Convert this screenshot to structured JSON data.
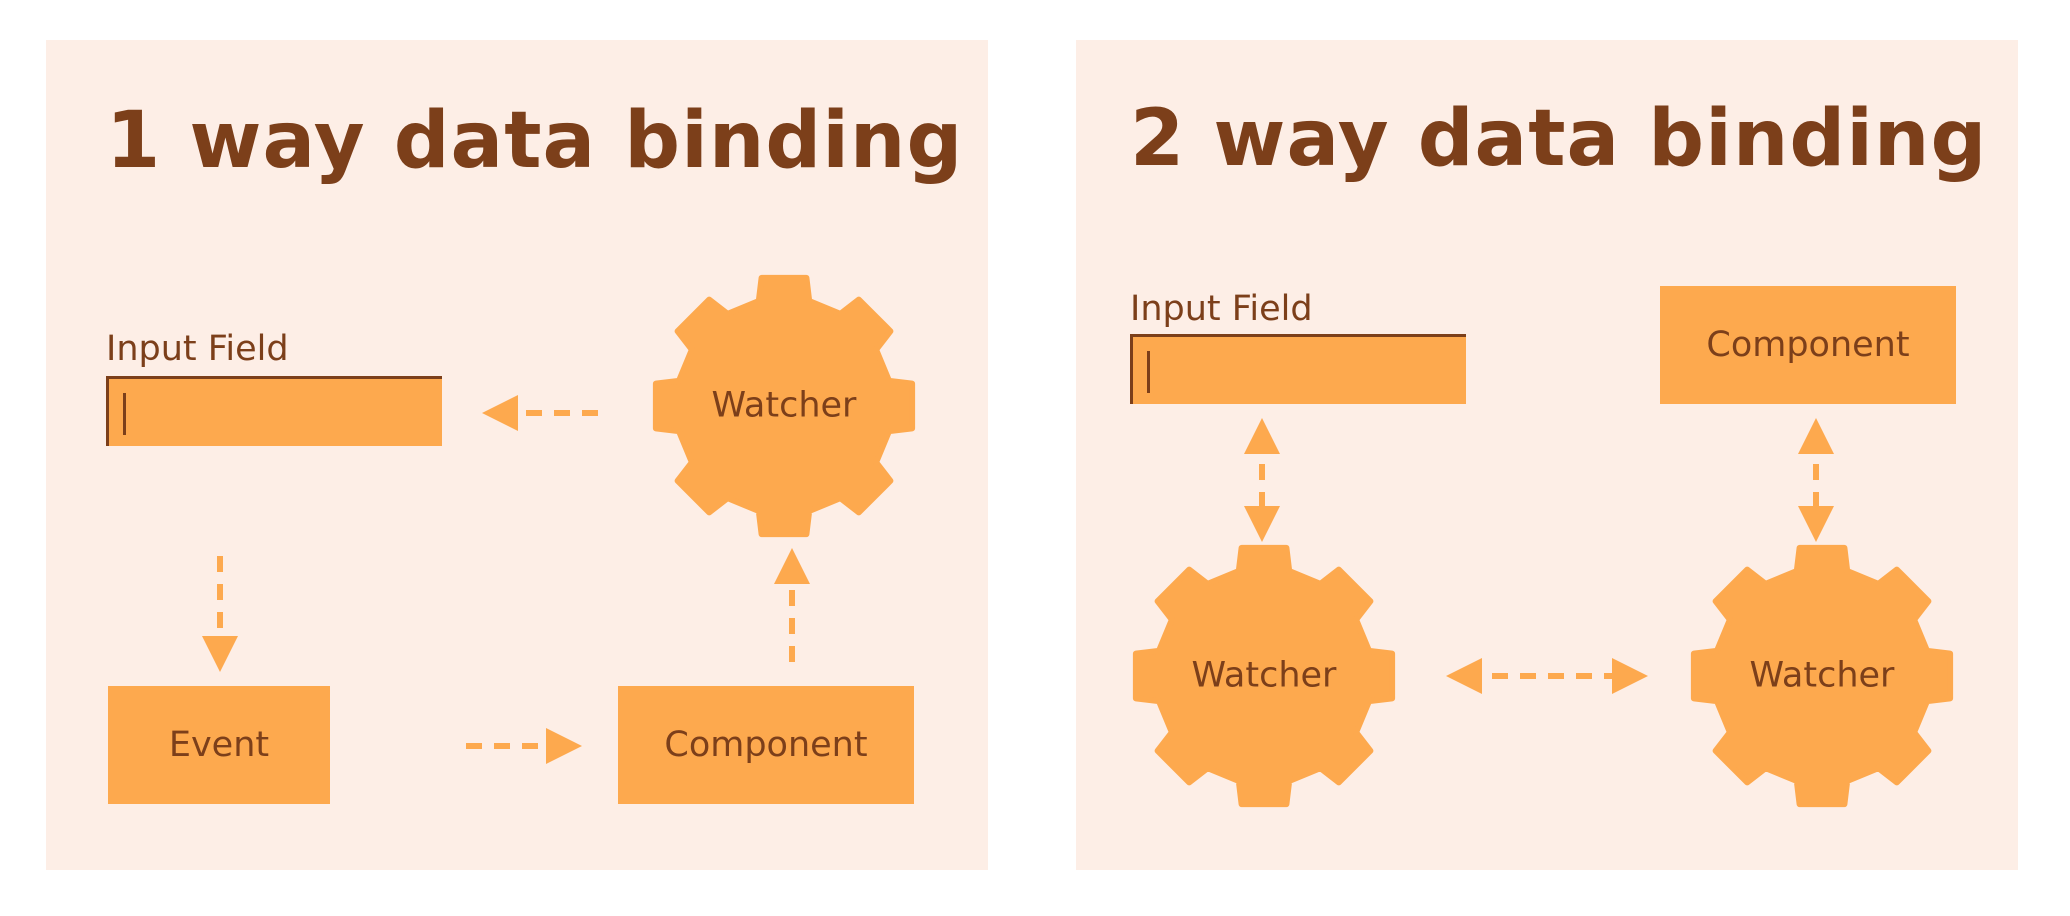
{
  "colors": {
    "panel_bg": "#fdeee6",
    "accent": "#fda94e",
    "text": "#7c3f1a"
  },
  "left_panel": {
    "title": "1 way data binding",
    "input_label": "Input Field",
    "watcher_label": "Watcher",
    "event_label": "Event",
    "component_label": "Component"
  },
  "right_panel": {
    "title": "2 way data binding",
    "input_label": "Input Field",
    "component_label": "Component",
    "watcher_left_label": "Watcher",
    "watcher_right_label": "Watcher"
  },
  "icons": [
    "gear-icon",
    "dashed-arrow-icon",
    "text-caret-icon"
  ]
}
